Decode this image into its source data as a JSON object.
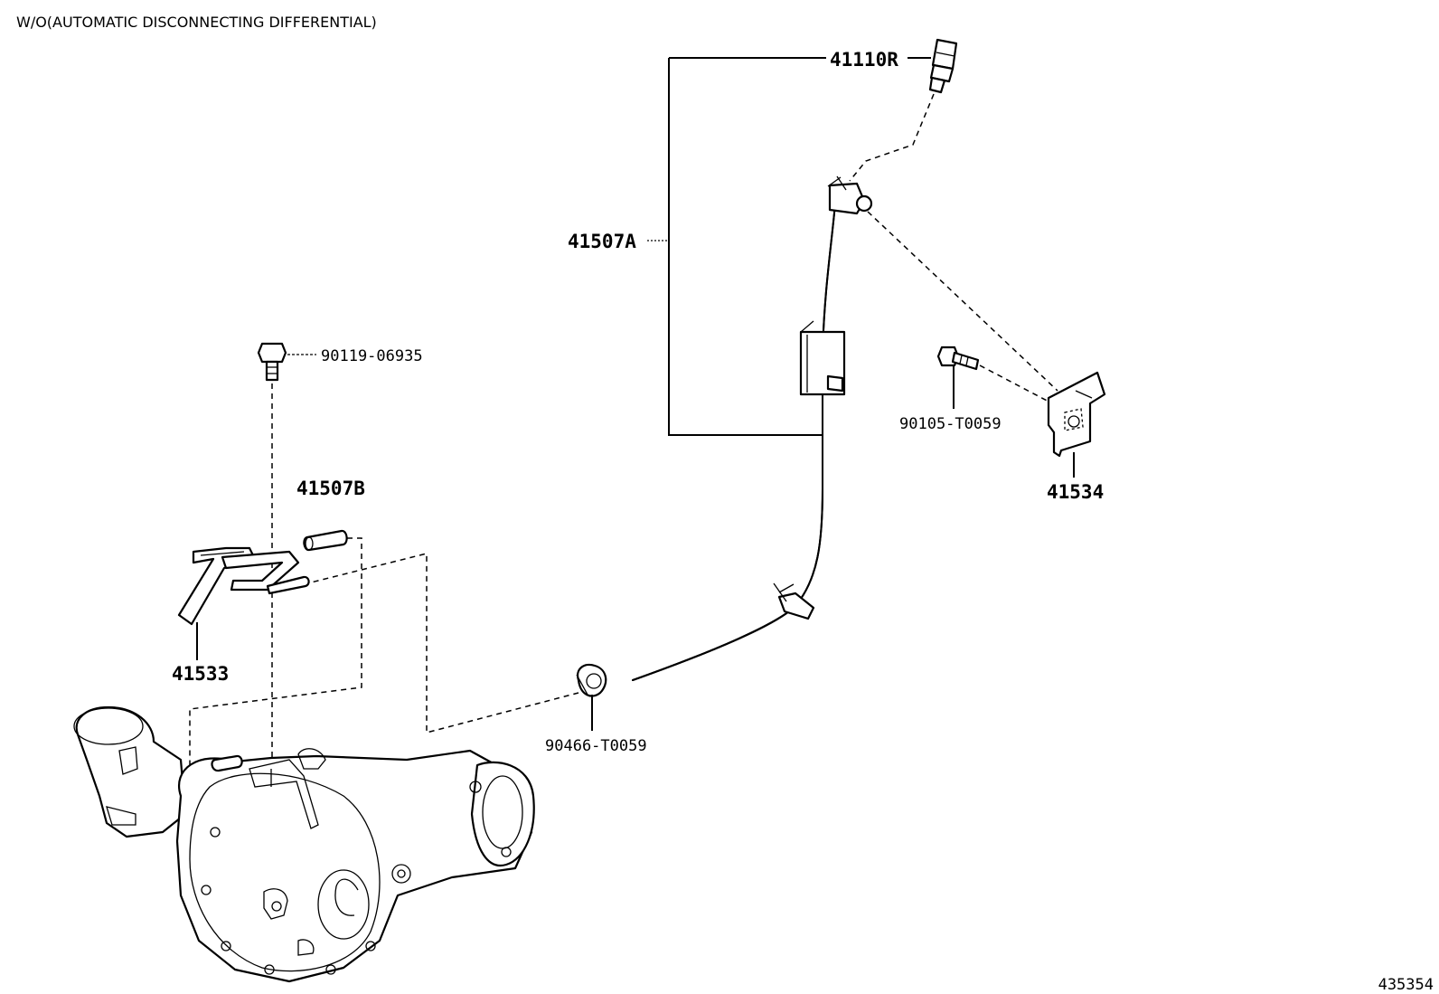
{
  "header": {
    "title": "W/O(AUTOMATIC DISCONNECTING DIFFERENTIAL)"
  },
  "parts": {
    "p41110R": "41110R",
    "p41507A": "41507A",
    "p90119": "90119-06935",
    "p41507B": "41507B",
    "p41533": "41533",
    "p90105": "90105-T0059",
    "p41534": "41534",
    "p90466": "90466-T0059"
  },
  "footer": {
    "diagram_id": "435354"
  }
}
